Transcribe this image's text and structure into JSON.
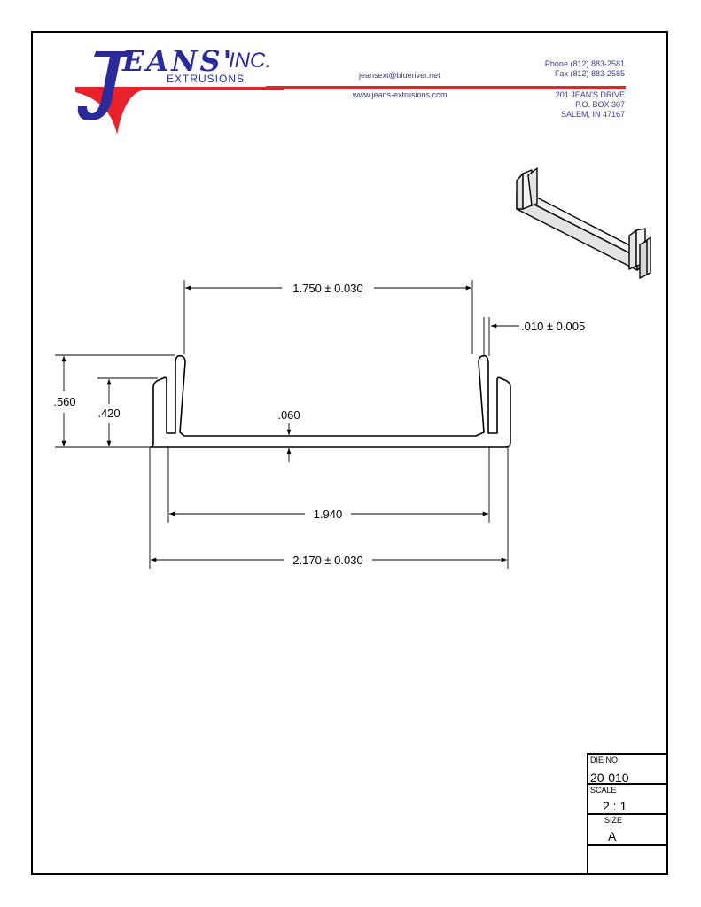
{
  "company": {
    "logo_letter": "J",
    "name_tail": "EANS'",
    "name_suffix": "INC.",
    "division": "EXTRUSIONS",
    "email": "jeansext@blueriver.net",
    "website": "www.jeans-extrusions.com",
    "phone": "Phone (812) 883-2581",
    "fax": "Fax (812) 883-2585",
    "address_line1": "201 JEAN'S DRIVE",
    "address_line2": "P.O. BOX 307",
    "address_line3": "SALEM, IN 47167",
    "colors": {
      "blue": "#2a2a9a",
      "red": "#e8212a",
      "text": "#3b3b8f"
    }
  },
  "dimensions": {
    "inner_width": "1.750 ± 0.030",
    "lip_gap": ".010 ± 0.005",
    "overall_height": ".560",
    "lip_height": ".420",
    "wall_thickness": ".060",
    "inner_span": "1.940",
    "overall_width": "2.170 ± 0.030"
  },
  "title_block": {
    "die_no_label": "DIE NO",
    "die_no": "20-010",
    "scale_label": "SCALE",
    "scale": "2 : 1",
    "size_label": "SIZE",
    "size": "A"
  }
}
